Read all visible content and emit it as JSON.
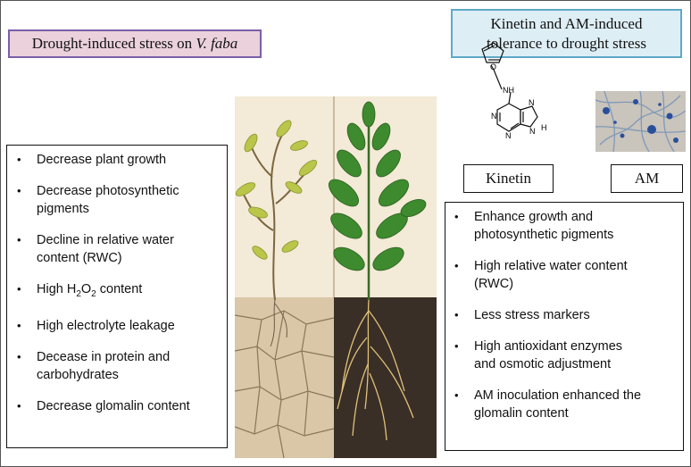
{
  "left_title": {
    "text": "Drought-induced stress on ",
    "species": "V. faba"
  },
  "right_title": {
    "line1": "Kinetin  and AM-induced",
    "line2": "tolerance to drought stress"
  },
  "left_list": {
    "items": [
      {
        "text": "Decrease plant growth"
      },
      {
        "line1": "Decrease photosynthetic",
        "line2": "pigments"
      },
      {
        "line1": "Decline in relative water",
        "line2": "content (RWC)"
      },
      {
        "prefix": "High H",
        "sub1": "2",
        "mid": "O",
        "sub2": "2",
        "suffix": " content"
      },
      {
        "text": "High electrolyte leakage"
      },
      {
        "line1": "Decease in protein and",
        "line2": "carbohydrates"
      },
      {
        "text": "Decrease glomalin content"
      }
    ]
  },
  "right_list": {
    "items": [
      {
        "line1": "Enhance growth and",
        "line2": "photosynthetic  pigments"
      },
      {
        "line1": "High relative  water content",
        "line2": "(RWC)"
      },
      {
        "text": "Less stress markers"
      },
      {
        "line1": "High antioxidant enzymes",
        "line2": "and osmotic adjustment"
      },
      {
        "line1": "AM inoculation enhanced the",
        "line2": "glomalin content"
      }
    ]
  },
  "kinetin_label": "Kinetin",
  "am_label": "AM",
  "molecule": {
    "n_labels": [
      "N",
      "N",
      "N"
    ],
    "nh_labels": [
      "NH",
      "H"
    ]
  },
  "colors": {
    "pink_fill": "#ead1dc",
    "purple_border": "#7a5fa8",
    "blue_fill": "#deeef5",
    "blue_border": "#5fa8c8",
    "healthy_leaf": "#3e8a2e",
    "stressed_leaf": "#b9c64a"
  },
  "icons": {
    "plant": "plant-comparison-illustration",
    "molecule": "kinetin-structure-icon",
    "microscopy": "am-micrograph-image"
  }
}
